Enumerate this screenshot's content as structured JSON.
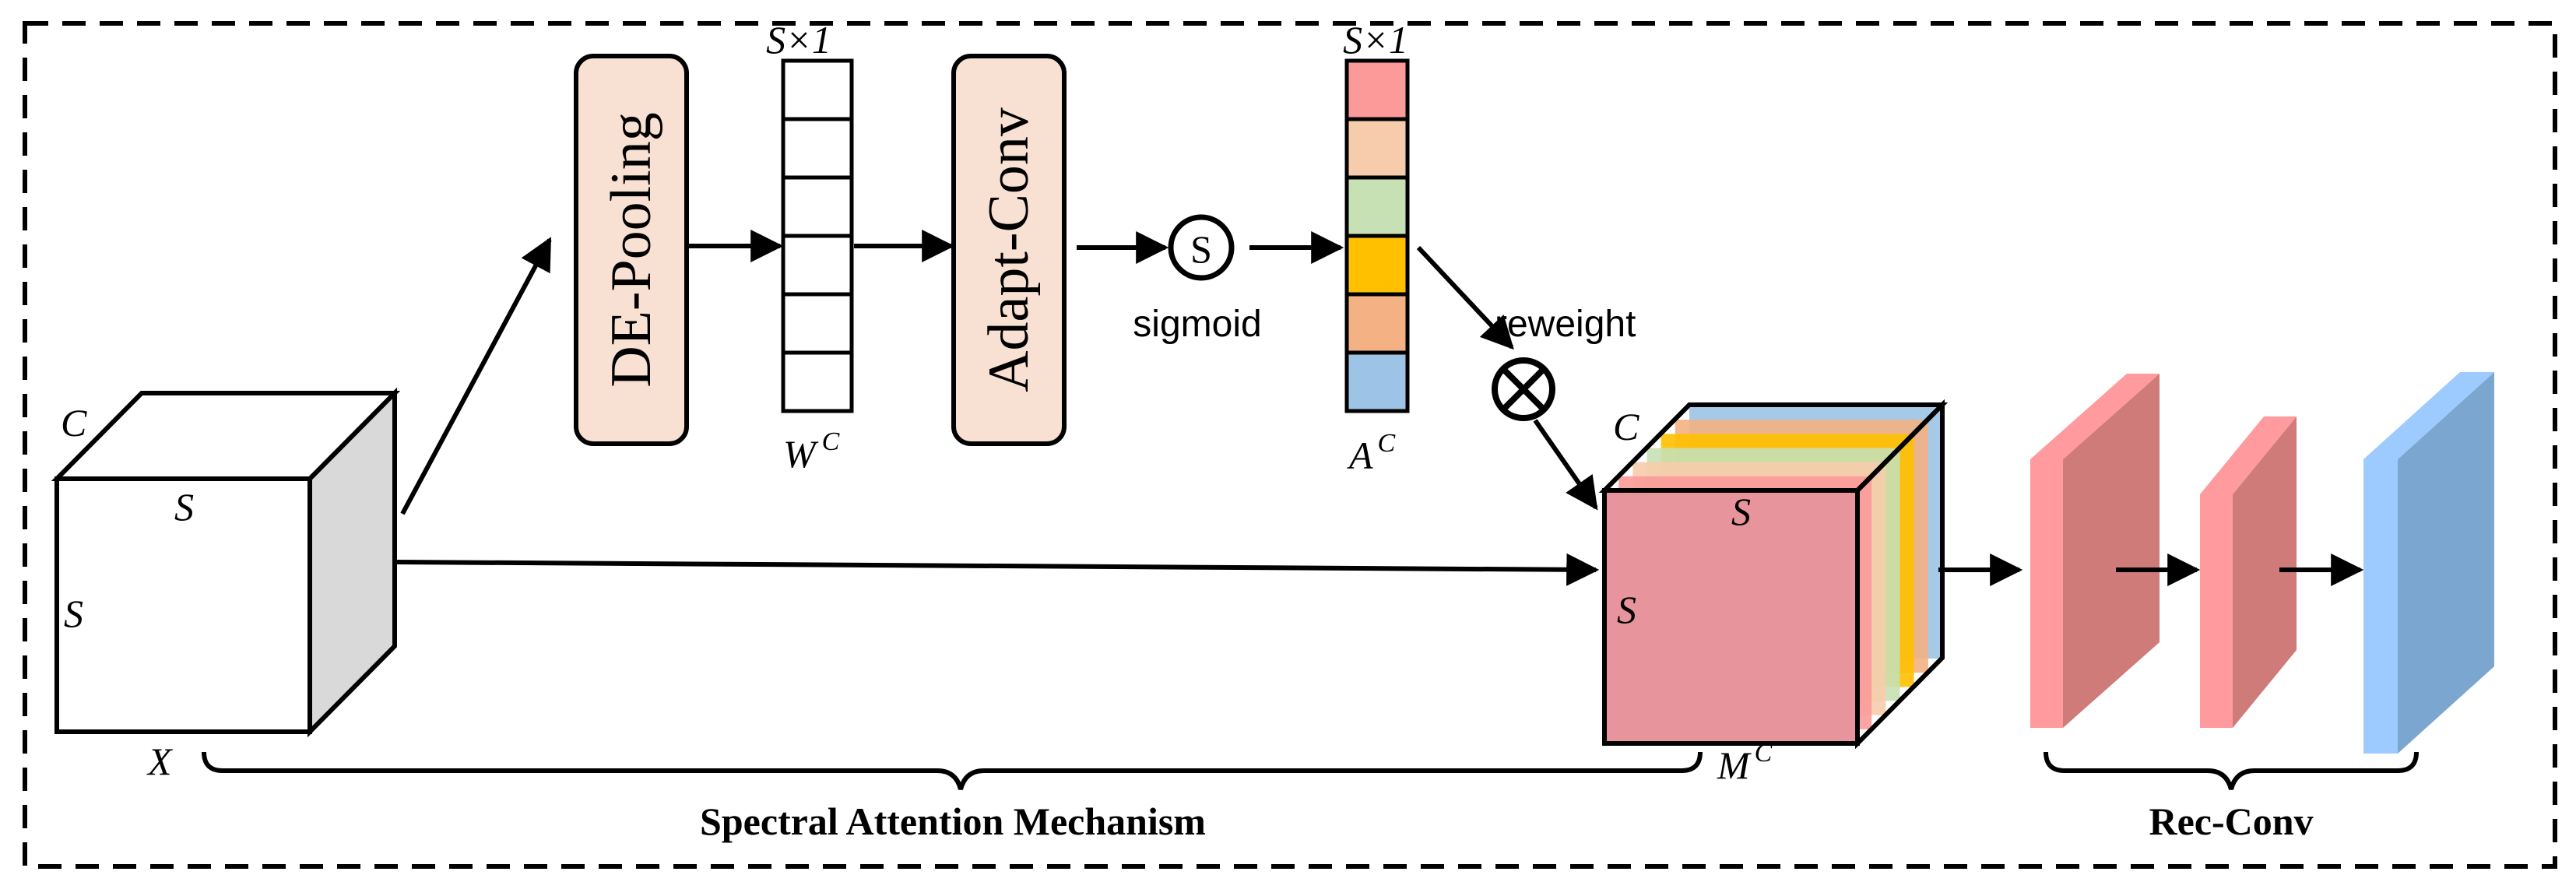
{
  "blocks": {
    "de_pooling": "DE-Pooling",
    "adapt_conv": "Adapt-Conv",
    "sigmoid_symbol": "S",
    "sigmoid_label": "sigmoid",
    "reweight_label": "reweight"
  },
  "vector_w": {
    "size_label": "S×1",
    "name": "W",
    "superscript": "C",
    "cells": 6
  },
  "vector_a": {
    "size_label": "S×1",
    "name": "A",
    "superscript": "C",
    "cell_colors": [
      "#fb9a99",
      "#f7ccac",
      "#c7e0b4",
      "#ffc000",
      "#f4b183",
      "#9dc3e6"
    ]
  },
  "input_cube": {
    "c_label": "C",
    "s_top_label": "S",
    "s_left_label": "S",
    "name": "X",
    "front_color": "#ffffff",
    "side_color": "#d9d9d9"
  },
  "output_cube": {
    "c_label": "C",
    "s_top_label": "S",
    "s_left_label": "S",
    "name": "M",
    "superscript": "C",
    "front_color": "#e8949c"
  },
  "rec_conv_layers": [
    {
      "front_color": "#ff9a9e",
      "side_color": "#cf7b7a"
    },
    {
      "front_color": "#ff9a9e",
      "side_color": "#cf7b7a"
    },
    {
      "front_color": "#9dcbff",
      "side_color": "#7aa6cf"
    }
  ],
  "labels": {
    "spectral_attention": "Spectral Attention Mechanism",
    "rec_conv": "Rec-Conv"
  }
}
